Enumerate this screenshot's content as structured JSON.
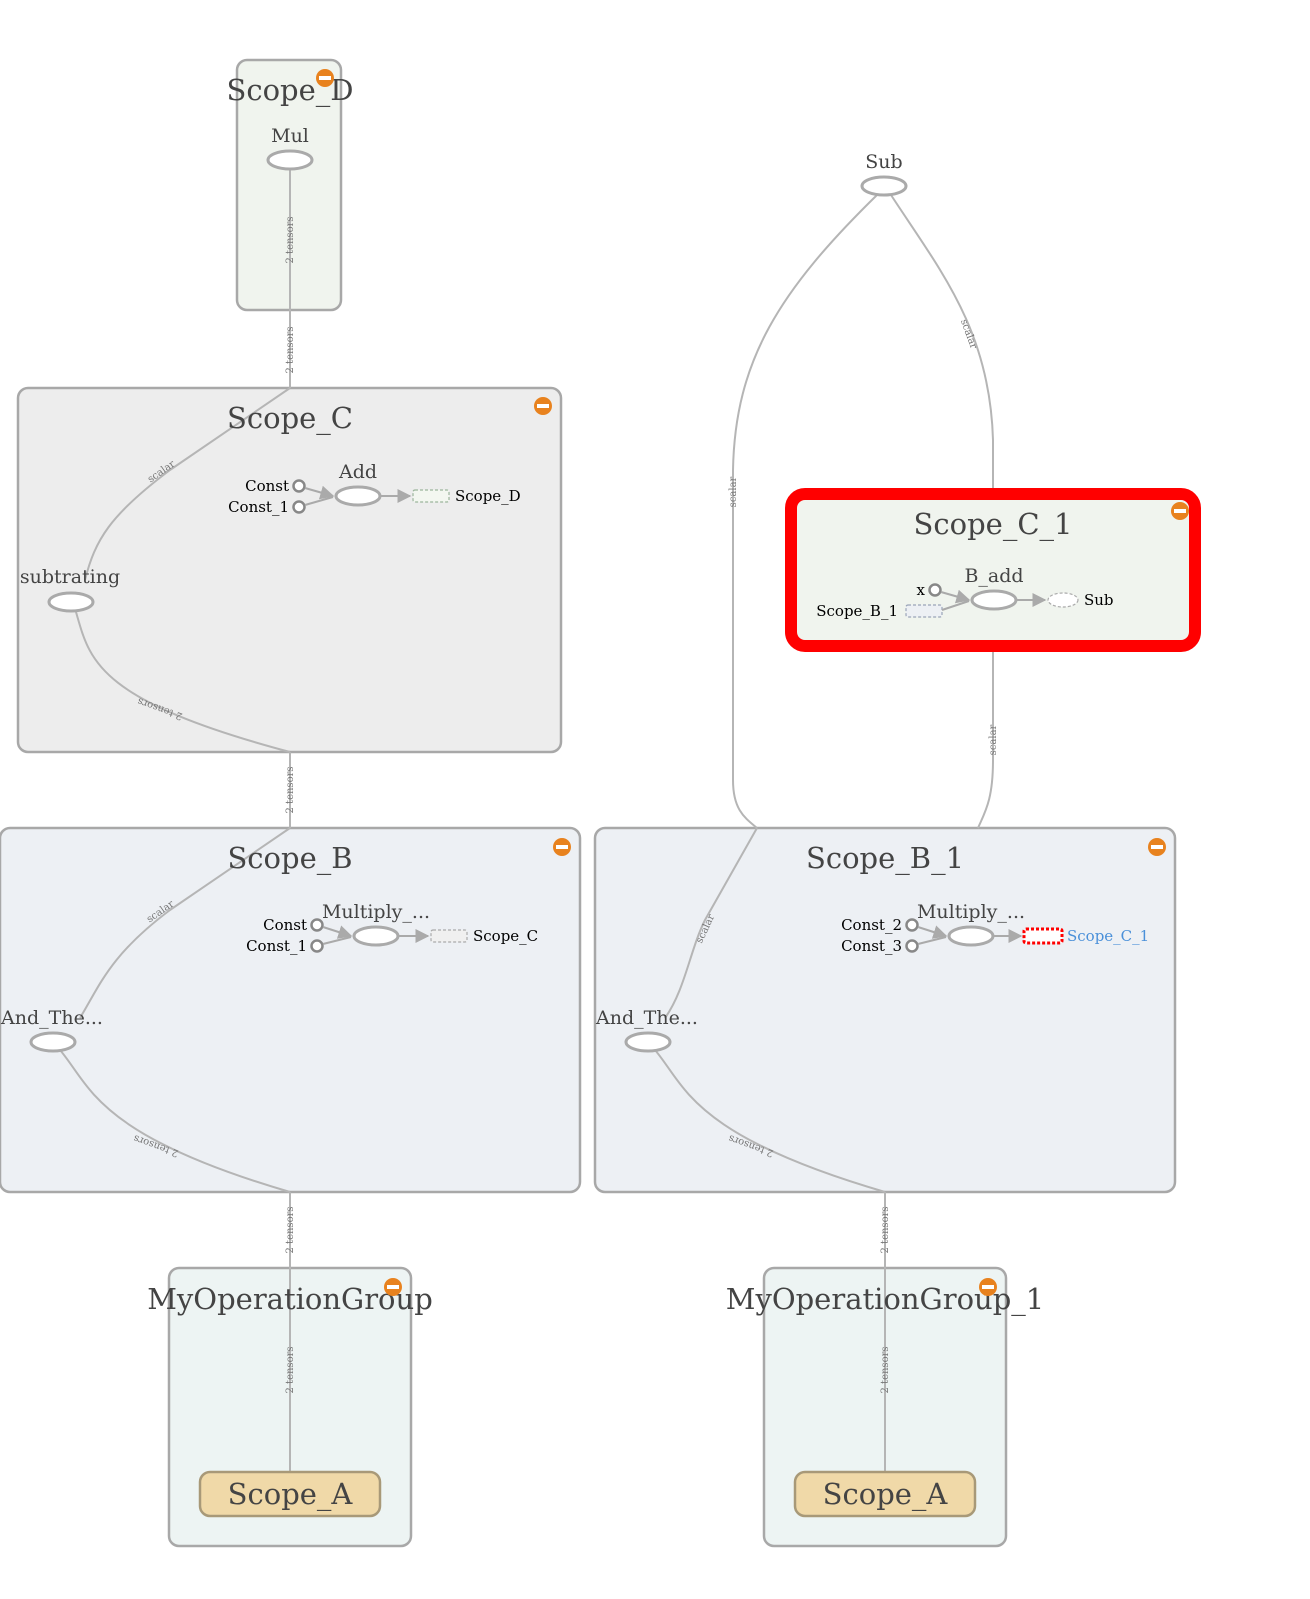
{
  "colors": {
    "group_border": "#a8a8a8",
    "scope_d_fill": "#f0f4ee",
    "scope_c_fill": "#ededed",
    "scope_b_fill": "#edf0f4",
    "scope_c1_fill": "#f0f4ee",
    "my_op_fill": "#edf4f3",
    "scope_a_fill": "#f0d9a8",
    "scope_a_border": "#a89978",
    "selection": "#ff0000",
    "collapse_icon": "#e8821e",
    "highlight_link": "#4a90d9"
  },
  "groups": {
    "scope_d": {
      "title": "Scope_D",
      "node": "Mul",
      "edge_label": "2 tensors"
    },
    "scope_c": {
      "title": "Scope_C",
      "node_main": "subtrating",
      "node_add": "Add",
      "const_a": "Const",
      "const_b": "Const_1",
      "out_ref": "Scope_D",
      "edge_in": "scalar",
      "edge_out": "2 tensors"
    },
    "scope_b": {
      "title": "Scope_B",
      "node_main": "And_The...",
      "node_mult": "Multiply_...",
      "const_a": "Const",
      "const_b": "Const_1",
      "out_ref": "Scope_C",
      "edge_in": "scalar",
      "edge_out": "2 tensors"
    },
    "scope_b1": {
      "title": "Scope_B_1",
      "node_main": "And_The...",
      "node_mult": "Multiply_...",
      "const_a": "Const_2",
      "const_b": "Const_3",
      "out_ref": "Scope_C_1",
      "edge_in": "scalar",
      "edge_out": "2 tensors"
    },
    "scope_c1": {
      "title": "Scope_C_1",
      "node_add": "B_add",
      "input_x": "x",
      "input_ref": "Scope_B_1",
      "out_ref": "Sub"
    },
    "my_op": {
      "title": "MyOperationGroup",
      "inner": "Scope_A",
      "edge_label": "2 tensors"
    },
    "my_op_1": {
      "title": "MyOperationGroup_1",
      "inner": "Scope_A",
      "edge_label": "2 tensors"
    }
  },
  "top_nodes": {
    "sub": "Sub"
  },
  "edges": {
    "d_to_c": "2 tensors",
    "c_to_b": "2 tensors",
    "b_to_op": "2 tensors",
    "b1_to_op1": "2 tensors",
    "sub_left": "scalar",
    "sub_right": "scalar",
    "c1_to_b1": "scalar"
  }
}
